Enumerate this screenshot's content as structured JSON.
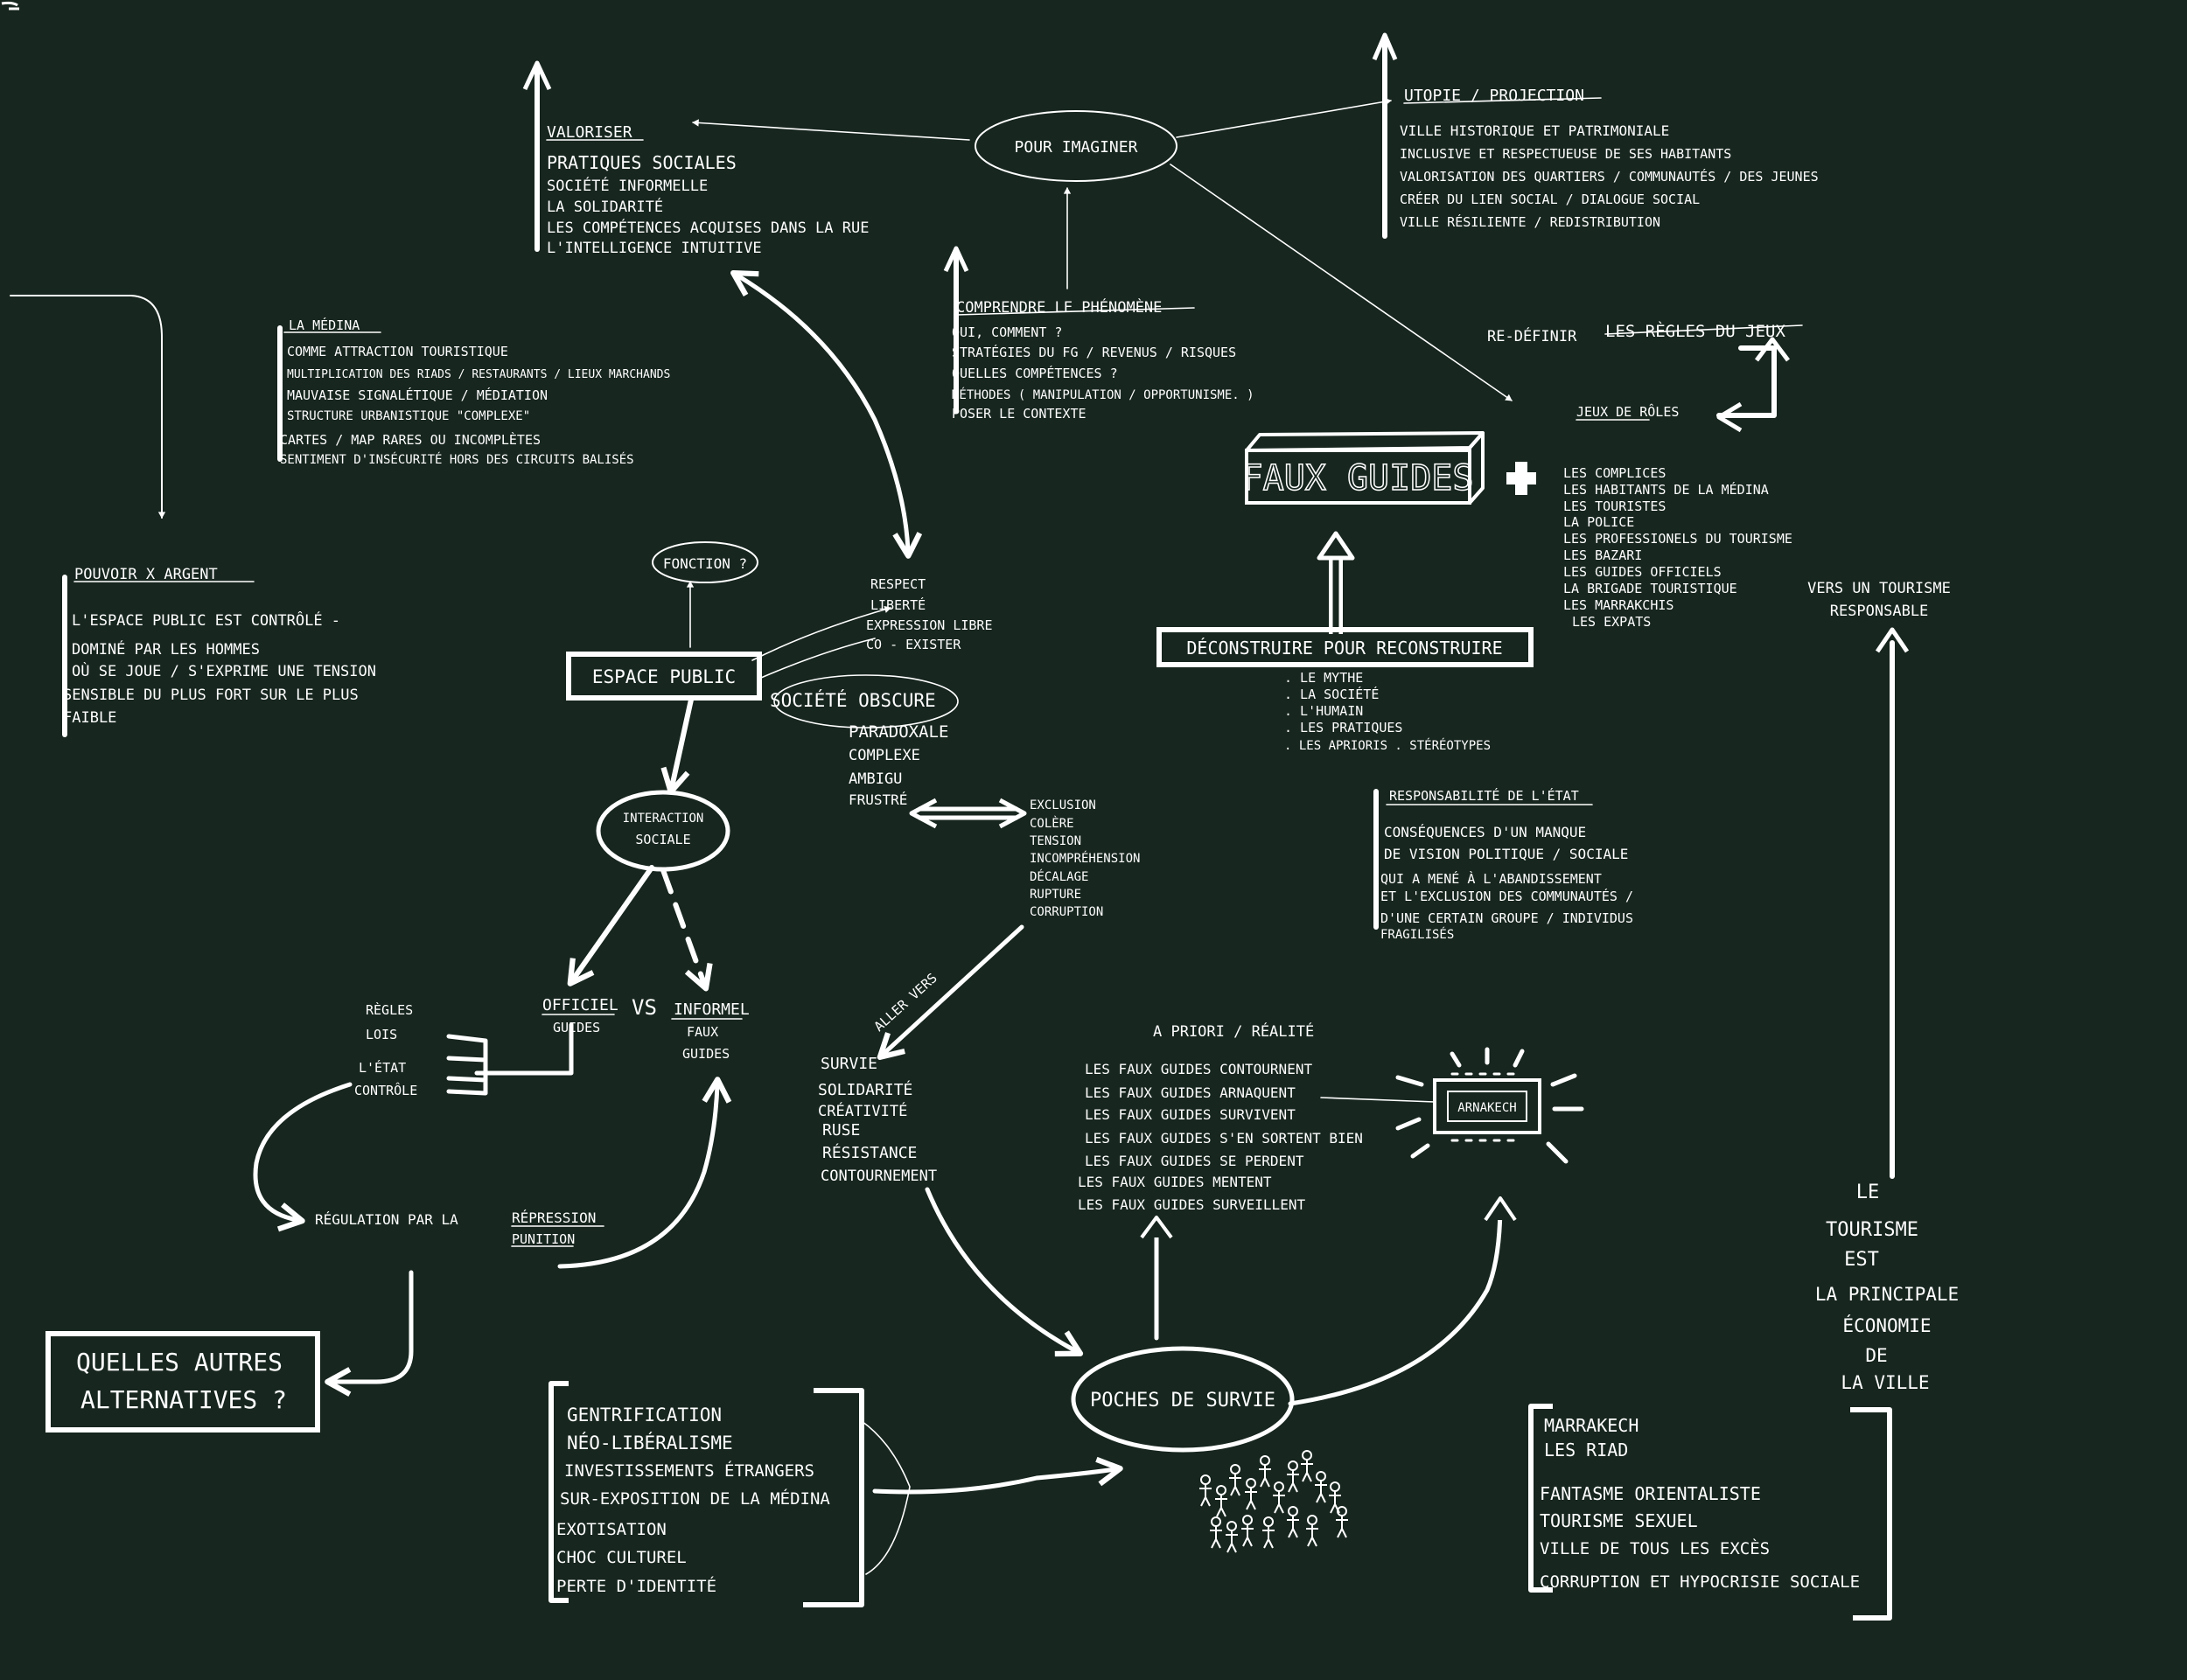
{
  "colors": {
    "board": "#17261f",
    "chalk": "#ffffff"
  },
  "nodes": {
    "valoriser": {
      "title": "valoriser",
      "items": [
        "pratiques sociales",
        "société informelle",
        "la solidarité",
        "les compétences acquises dans la rue",
        "l'intelligence intuitive"
      ]
    },
    "pour_imaginer": "pour imaginer",
    "utopie": {
      "title": "utopie / projection",
      "items": [
        "ville historique et patrimoniale",
        "inclusive et respectueuse de ses habitants",
        "valorisation des quartiers / communautés / des jeunes",
        "créer du lien social / dialogue social",
        "ville résiliente / redistribution"
      ]
    },
    "comprendre": {
      "title": "comprendre le phénomène",
      "items": [
        "qui, comment ?",
        "stratégies du fg / revenus / risques",
        "quelles compétences ?",
        "méthodes ( manipulation / opportunisme. )",
        "poser le contexte"
      ]
    },
    "medina": {
      "title": "la médina",
      "items": [
        "comme attraction touristique",
        "multiplication des riads / restaurants / lieux marchands",
        "mauvaise signalétique / médiation",
        "structure urbanistique \"complexe\"",
        "cartes / map rares ou incomplètes",
        "sentiment d'insécurité hors des circuits balisés"
      ]
    },
    "redefinir": {
      "label": "re-définir",
      "underlined": "les règles du jeux"
    },
    "jeux_roles": "jeux de rôles",
    "faux_guides": "faux guides",
    "acteurs": [
      "les complices",
      "les habitants de la médina",
      "les touristes",
      "la police",
      "les professionels du tourisme",
      "les bazari",
      "les guides officiels",
      "la brigade touristique",
      "les marrakchis",
      "les expats"
    ],
    "deconstruire": {
      "title": "déconstruire pour reconstruire",
      "items": [
        ". le mythe",
        ". la société",
        ". l'humain",
        ". les pratiques",
        ". les aprioris . stéréotypes"
      ]
    },
    "vers_tourisme": [
      "vers un tourisme",
      "responsable"
    ],
    "pouvoir": {
      "title": "pouvoir x argent",
      "items": [
        "l'espace public est contrôlé -",
        "dominé par les hommes",
        "où se joue / s'exprime une tension",
        "sensible du plus fort sur le plus",
        "faible"
      ]
    },
    "fonction": "fonction ?",
    "respect": [
      "respect",
      "liberté",
      "expression libre",
      "co - exister"
    ],
    "espace_public": "espace public",
    "societe_obscure": {
      "title": "société obscure",
      "items": [
        "paradoxale",
        "complexe",
        "ambigu",
        "frustré"
      ]
    },
    "exclusion": [
      "exclusion",
      "colère",
      "tension",
      "incompréhension",
      "décalage",
      "rupture",
      "corruption"
    ],
    "interaction": [
      "interaction",
      "sociale"
    ],
    "responsabilite": {
      "title": "responsabilité de l'état",
      "items": [
        "conséquences d'un manque",
        "de vision politique / sociale",
        "qui a mené à l'abandissement",
        "et l'exclusion des communautés /",
        "d'une certain groupe / individus",
        "fragilisés"
      ]
    },
    "regles": [
      "règles",
      "lois",
      "l'état",
      "contrôle"
    ],
    "officiel": {
      "title": "officiel",
      "sub": "guides"
    },
    "vs": "vs",
    "informel": {
      "title": "informel",
      "sub": [
        "faux",
        "guides"
      ]
    },
    "aller_vers": "aller vers",
    "survie": [
      "survie",
      "solidarité",
      "créativité",
      "ruse",
      "résistance",
      "contournement"
    ],
    "apriori": {
      "title": "a priori / réalité",
      "items": [
        "les faux guides contournent",
        "les faux guides arnaquent",
        "les faux guides survivent",
        "les faux guides s'en sortent bien",
        "les faux guides se perdent",
        "les faux guides mentent",
        "les faux guides surveillent"
      ]
    },
    "arnarech": "arnakech",
    "regulation": {
      "label": "régulation par la",
      "underlined": [
        "répression",
        "punition"
      ]
    },
    "quelles": [
      "quelles autres",
      "alternatives ?"
    ],
    "gentrification": [
      "gentrification",
      "néo-libéralisme",
      "investissements étrangers",
      "sur-exposition de la médina",
      "exotisation",
      "choc culturel",
      "perte d'identité"
    ],
    "poches": "poches de survie",
    "le_tourisme": [
      "le",
      "tourisme",
      "est",
      "la principale",
      "économie",
      "de",
      "la ville"
    ],
    "marrakech": [
      "marrakech",
      "les riad",
      "fantasme orientaliste",
      "tourisme sexuel",
      "ville de tous les excès",
      "corruption et hypocrisie sociale"
    ]
  }
}
